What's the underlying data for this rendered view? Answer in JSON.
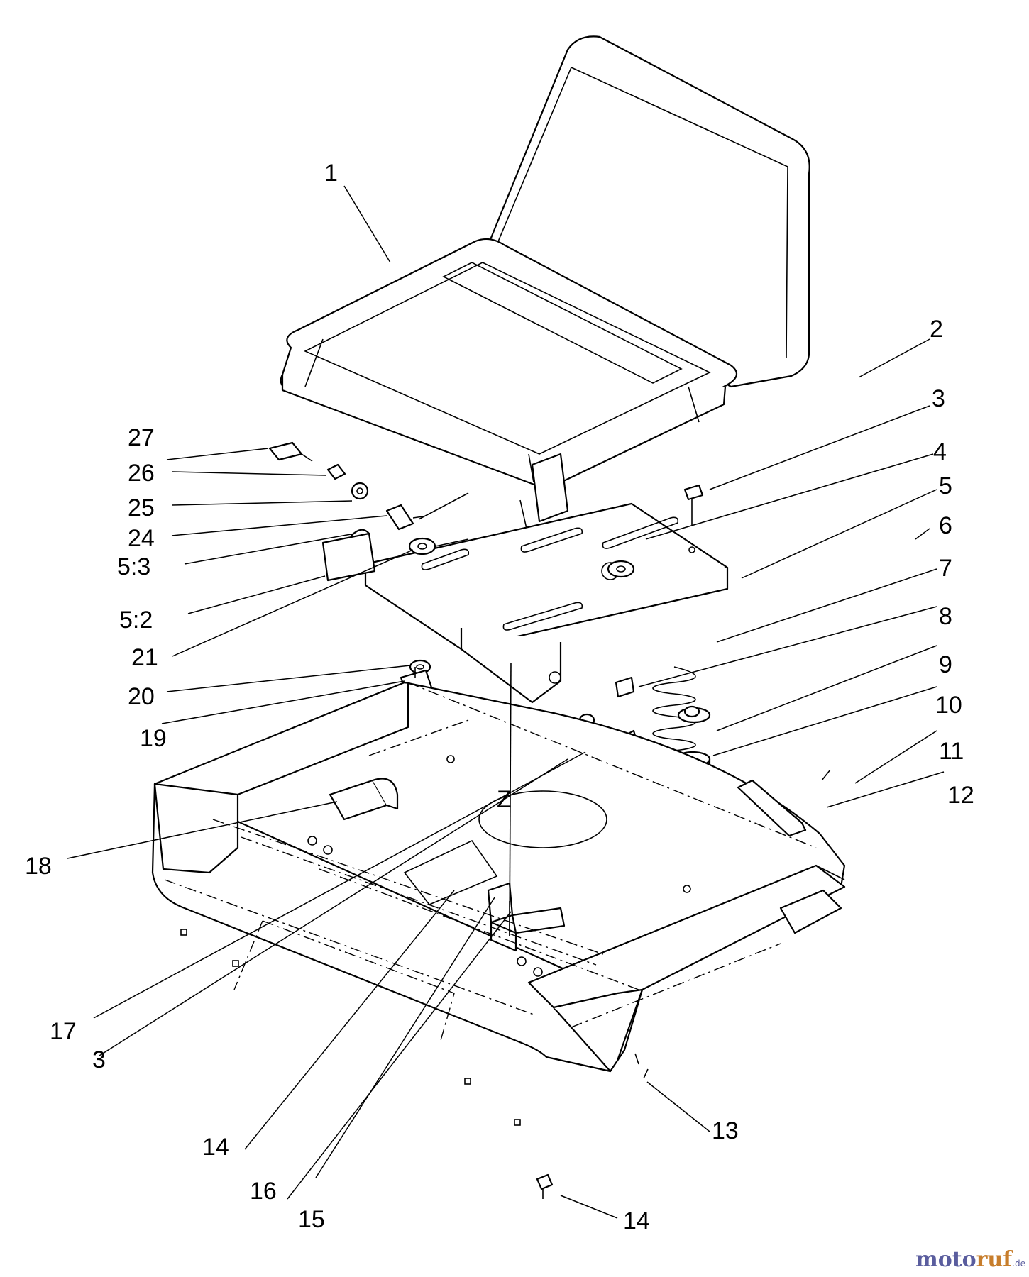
{
  "callouts": [
    {
      "id": "1",
      "label": "1"
    },
    {
      "id": "2",
      "label": "2"
    },
    {
      "id": "3a",
      "label": "3"
    },
    {
      "id": "4",
      "label": "4"
    },
    {
      "id": "5",
      "label": "5"
    },
    {
      "id": "6",
      "label": "6"
    },
    {
      "id": "7",
      "label": "7"
    },
    {
      "id": "8",
      "label": "8"
    },
    {
      "id": "9",
      "label": "9"
    },
    {
      "id": "10",
      "label": "10"
    },
    {
      "id": "11",
      "label": "11"
    },
    {
      "id": "12",
      "label": "12"
    },
    {
      "id": "13",
      "label": "13"
    },
    {
      "id": "14a",
      "label": "14"
    },
    {
      "id": "14b",
      "label": "14"
    },
    {
      "id": "15",
      "label": "15"
    },
    {
      "id": "16",
      "label": "16"
    },
    {
      "id": "17",
      "label": "17"
    },
    {
      "id": "18",
      "label": "18"
    },
    {
      "id": "19",
      "label": "19"
    },
    {
      "id": "20",
      "label": "20"
    },
    {
      "id": "21",
      "label": "21"
    },
    {
      "id": "3b",
      "label": "3"
    },
    {
      "id": "24",
      "label": "24"
    },
    {
      "id": "25",
      "label": "25"
    },
    {
      "id": "26",
      "label": "26"
    },
    {
      "id": "27",
      "label": "27"
    },
    {
      "id": "5-3",
      "label": "5:3"
    },
    {
      "id": "5-2",
      "label": "5:2"
    }
  ],
  "axis_marker": "Z",
  "watermark": {
    "part_a": "moto",
    "part_b": "ruf",
    "suffix": ".de"
  },
  "colors": {
    "watermark_blue": "#5a5d9e",
    "watermark_orange": "#c77d2b",
    "line": "#000000"
  }
}
